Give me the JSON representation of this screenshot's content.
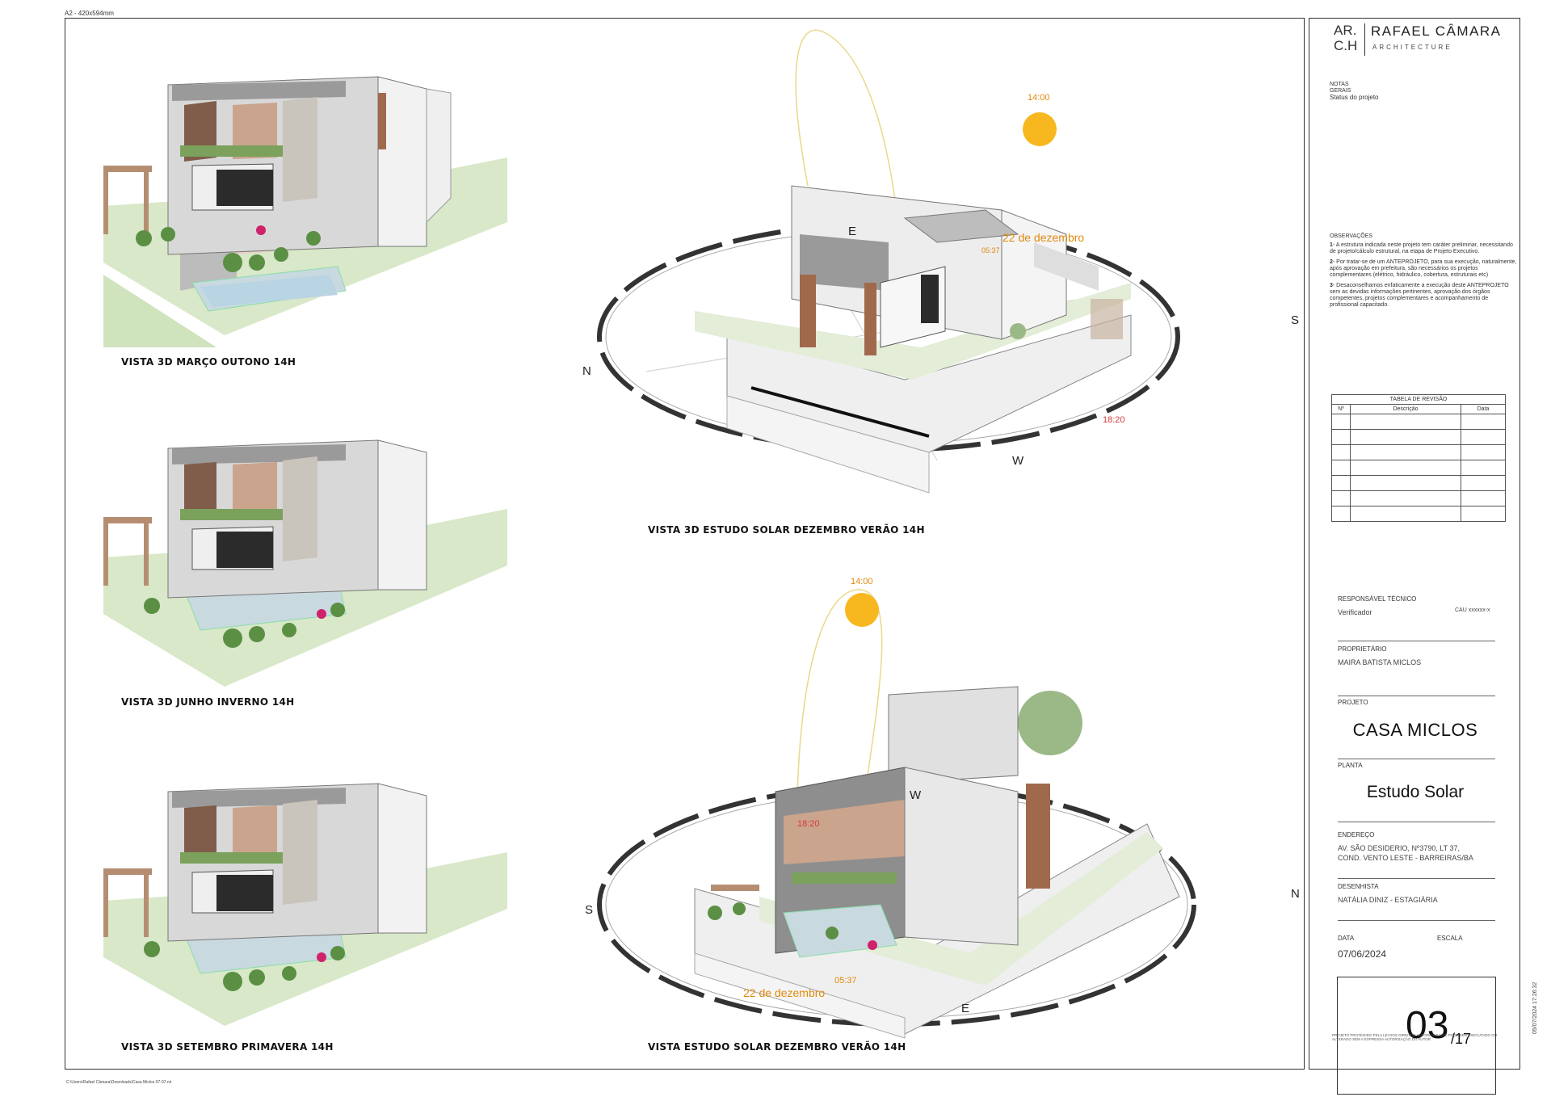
{
  "sheet_size": "A2 - 420x594mm",
  "views": {
    "autumn_caption": "VISTA 3D MARÇO OUTONO 14H",
    "winter_caption": "VISTA 3D JUNHO INVERNO 14H",
    "spring_caption": "VISTA 3D SETEMBRO PRIMAVERA 14H",
    "solar_top_caption": "VISTA 3D ESTUDO SOLAR DEZEMBRO VERÃO 14H",
    "solar_bottom_caption": "VISTA ESTUDO SOLAR DEZEMBRO VERÃO 14H"
  },
  "solar_top": {
    "n": "N",
    "s": "S",
    "e": "E",
    "w": "W",
    "time_sun": "14:00",
    "date": "22 de dezembro",
    "time_sunset": "18:20",
    "time_sunrise": "05:37"
  },
  "solar_bottom": {
    "n": "N",
    "s": "S",
    "e": "E",
    "w": "W",
    "time_sun": "14:00",
    "date": "22 de dezembro",
    "time_sunset": "18:20",
    "time_sunrise": "05:37"
  },
  "title_block": {
    "logo_letters": [
      "A",
      "R.",
      "C.",
      "H"
    ],
    "firm_name": "RAFAEL CÂMARA",
    "firm_sub": "ARCHITECTURE",
    "notes_line1": "NOTAS",
    "notes_line2": "GERAIS",
    "notes_line3": "Status do projeto",
    "obs_title": "OBSERVAÇÕES",
    "obs_1_num": "1",
    "obs_1": "- A estrutura indicada neste projeto tem caráter preliminar, necessitando de projeto/cálculo estrutural, na etapa de Projeto Executivo.",
    "obs_2_num": "2",
    "obs_2": "- Por tratar-se de um ANTEPROJETO, para sua execução, naturalmente, após aprovação em prefeitura, são necessários os projetos complementares (elétrico, hidráulico, cobertura, estruturais etc)",
    "obs_3_num": "3",
    "obs_3": "- Desaconselhamos enfaticamente a execução deste ANTEPROJETO sem as devidas informações pertinentes, aprovação dos órgãos competentes, projetos complementares e acompanhamento de profissional capacitado.",
    "revision_title": "TABELA DE REVISÃO",
    "revision_cols": [
      "Nº",
      "Descrição",
      "Data"
    ],
    "resp_label": "RESPONSÁVEL TÉCNICO",
    "resp_role": "Verificador",
    "resp_cau": "CAU xxxxxx-x",
    "owner_label": "PROPRIETÁRIO",
    "owner_name": "MAIRA BATISTA MICLOS",
    "project_label": "PROJETO",
    "project_name": "CASA MICLOS",
    "plan_label": "PLANTA",
    "plan_name": "Estudo Solar",
    "address_label": "ENDEREÇO",
    "address_1": "AV. SÃO DESIDERIO, Nº3790, LT 37,",
    "address_2": "COND. VENTO LESTE - BARREIRAS/BA",
    "drawer_label": "DESENHISTA",
    "drawer_name": "NATÁLIA DINIZ - ESTAGIÁRIA",
    "date_label": "DATA",
    "scale_label": "ESCALA",
    "date_value": "07/06/2024",
    "sheet_num": "03",
    "sheet_total": "/17",
    "legal_text": "PROJETO PROTEGIDO PELA LEI DOS DIREITOS AUTORAIS E NÃO PODE SER EXECUTADO OU ALTERADO SEM A EXPRESSA AUTORIZAÇÃO DO AUTOR"
  },
  "footer": {
    "file_path": "C:\\Users\\Rafael Câmara\\Downloads\\Casa Miclos 07-07.rvt",
    "stamp": "05/07/2024 17:26:32"
  }
}
